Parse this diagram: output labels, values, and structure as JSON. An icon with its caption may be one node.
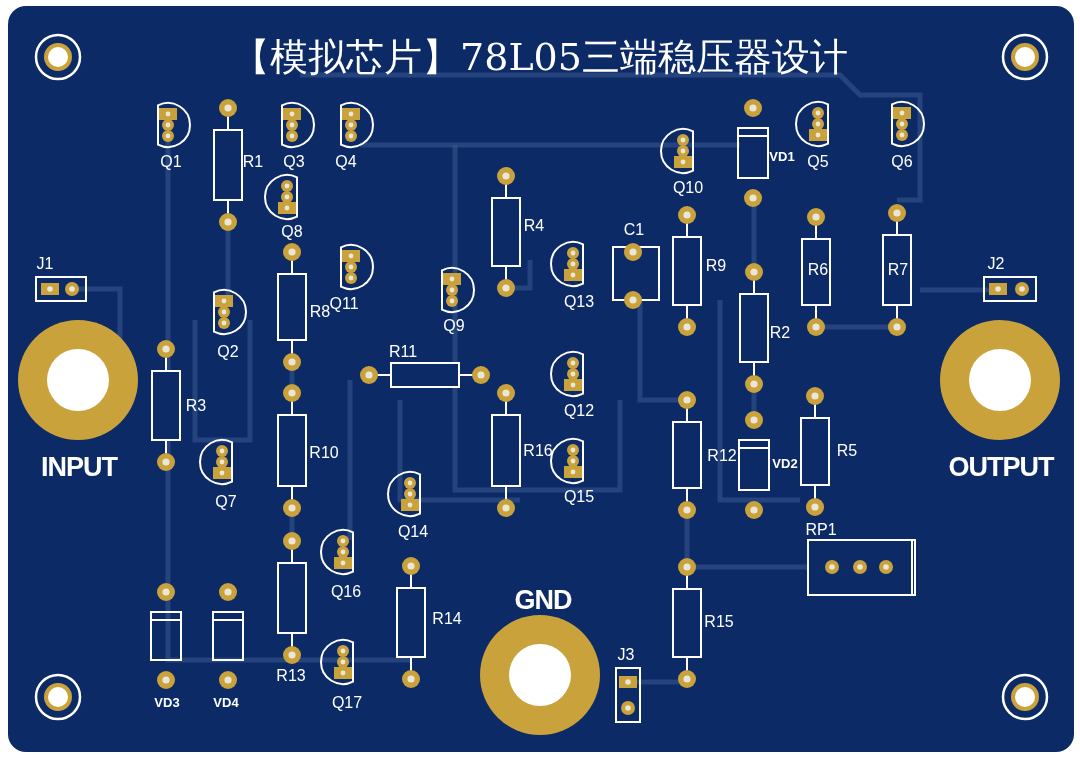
{
  "diagram": {
    "title": "【模拟芯片】78L05三端稳压器设计",
    "labels": [
      "Q1",
      "R1",
      "Q3",
      "Q4",
      "VD1",
      "Q5",
      "Q6",
      "Q10",
      "Q8",
      "R4",
      "C1",
      "J1",
      "R9",
      "R6",
      "R7",
      "J2",
      "R8",
      "Q11",
      "Q9",
      "Q13",
      "R2",
      "Q2",
      "R11",
      "R3",
      "Q12",
      "INPUT",
      "R10",
      "R16",
      "R12",
      "VD2",
      "R5",
      "OUTPUT",
      "Q7",
      "Q15",
      "Q14",
      "RP1",
      "Q16",
      "GND",
      "R14",
      "R15",
      "J3",
      "R13",
      "Q17",
      "VD3",
      "VD4"
    ]
  }
}
